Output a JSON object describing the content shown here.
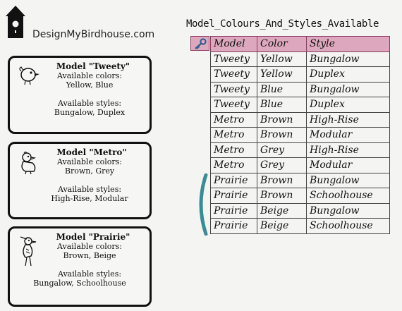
{
  "site": {
    "name": "DesignMyBirdhouse.com",
    "logo_icon": "birdhouse-icon"
  },
  "cards": [
    {
      "id": "tweety",
      "icon": "bird-tweety-icon",
      "title": "Model \"Tweety\"",
      "colors_label": "Available colors:",
      "colors": "Yellow, Blue",
      "styles_label": "Available styles:",
      "styles": "Bungalow, Duplex"
    },
    {
      "id": "metro",
      "icon": "bird-metro-icon",
      "title": "Model \"Metro\"",
      "colors_label": "Available colors:",
      "colors": "Brown, Grey",
      "styles_label": "Available styles:",
      "styles": "High-Rise, Modular"
    },
    {
      "id": "prairie",
      "icon": "bird-prairie-icon",
      "title": "Model \"Prairie\"",
      "colors_label": "Available colors:",
      "colors": "Brown, Beige",
      "styles_label": "Available styles:",
      "styles": "Bungalow, Schoolhouse"
    }
  ],
  "table": {
    "title": "Model_Colours_And_Styles_Available",
    "key_icon": "key-icon",
    "header_color": "#dda8bd",
    "bracket_color": "#3d8a94",
    "columns": [
      "Model",
      "Color",
      "Style"
    ],
    "rows": [
      [
        "Tweety",
        "Yellow",
        "Bungalow"
      ],
      [
        "Tweety",
        "Yellow",
        "Duplex"
      ],
      [
        "Tweety",
        "Blue",
        "Bungalow"
      ],
      [
        "Tweety",
        "Blue",
        "Duplex"
      ],
      [
        "Metro",
        "Brown",
        "High-Rise"
      ],
      [
        "Metro",
        "Brown",
        "Modular"
      ],
      [
        "Metro",
        "Grey",
        "High-Rise"
      ],
      [
        "Metro",
        "Grey",
        "Modular"
      ],
      [
        "Prairie",
        "Brown",
        "Bungalow"
      ],
      [
        "Prairie",
        "Brown",
        "Schoolhouse"
      ],
      [
        "Prairie",
        "Beige",
        "Bungalow"
      ],
      [
        "Prairie",
        "Beige",
        "Schoolhouse"
      ]
    ]
  }
}
